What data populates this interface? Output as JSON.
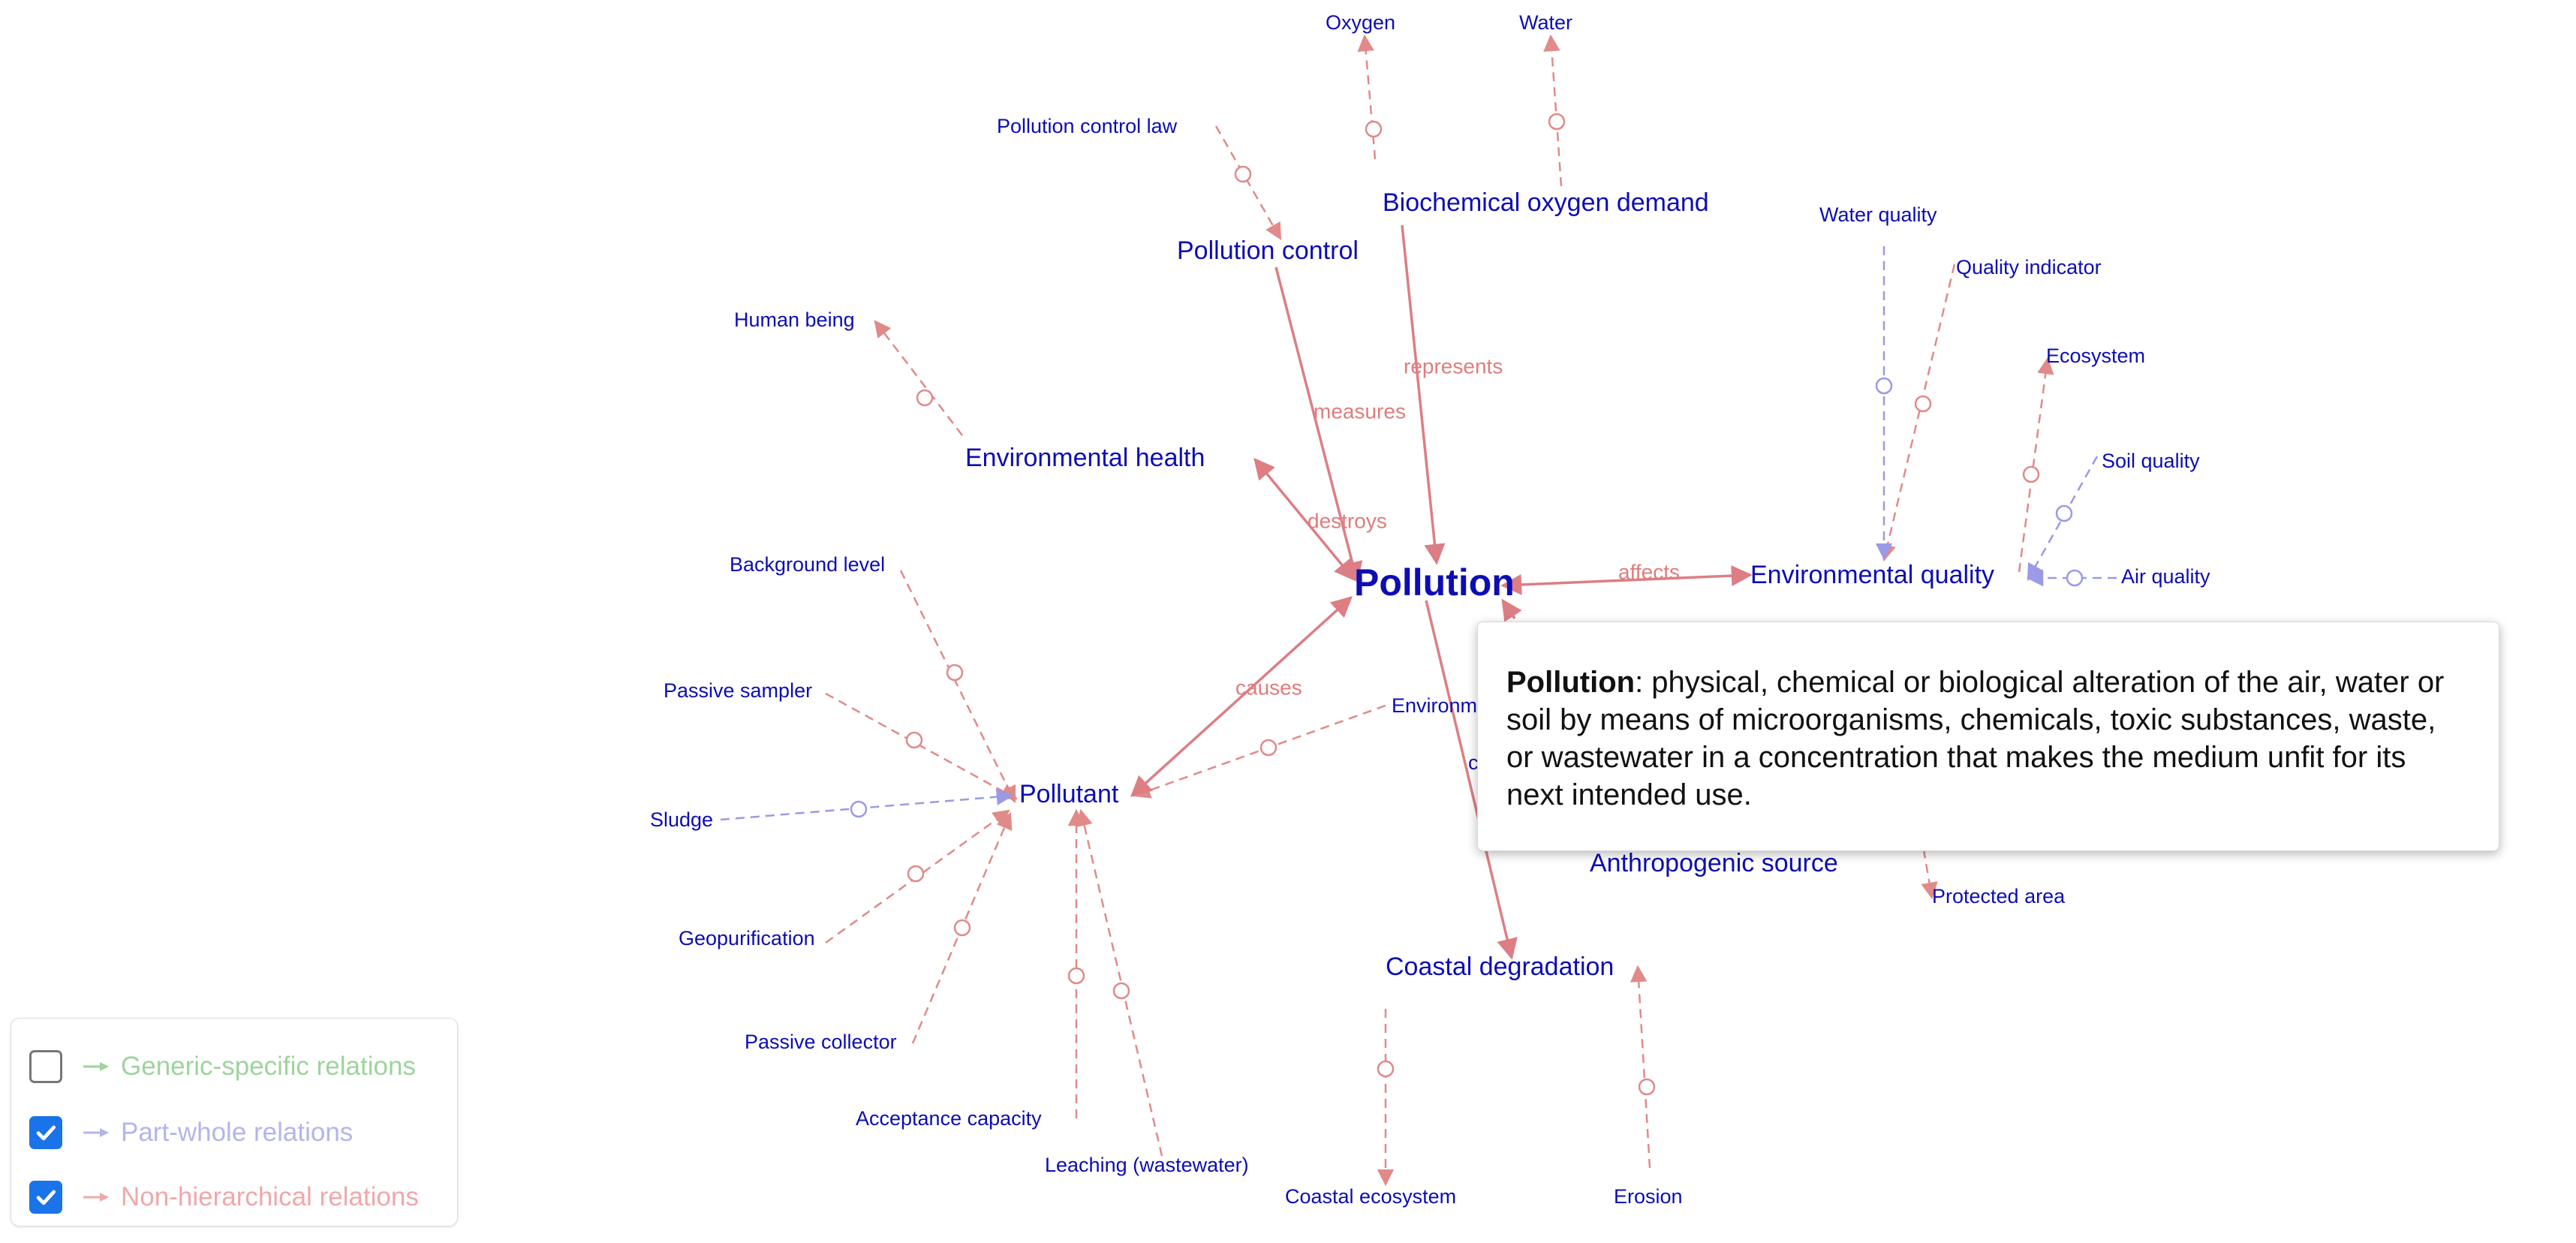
{
  "center": {
    "name": "Pollution"
  },
  "nodes": {
    "oxygen": "Oxygen",
    "water": "Water",
    "pollution_control_law": "Pollution control law",
    "bod": "Biochemical oxygen demand",
    "pollution_control": "Pollution control",
    "water_quality": "Water quality",
    "quality_indicator": "Quality indicator",
    "human_being": "Human being",
    "ecosystem": "Ecosystem",
    "environmental_health": "Environmental health",
    "soil_quality": "Soil quality",
    "environmental_quality": "Environmental quality",
    "air_quality": "Air quality",
    "background_level": "Background level",
    "passive_sampler": "Passive sampler",
    "environm": "Environm",
    "pollutant": "Pollutant",
    "sludge": "Sludge",
    "anthropogenic_source": "Anthropogenic source",
    "protected_area": "Protected area",
    "geopurification": "Geopurification",
    "coastal_degradation": "Coastal degradation",
    "passive_collector": "Passive collector",
    "acceptance_capacity": "Acceptance capacity",
    "leaching": "Leaching (wastewater)",
    "coastal_ecosystem": "Coastal ecosystem",
    "erosion": "Erosion",
    "c_fragment": "c"
  },
  "relations": {
    "represents": "represents",
    "measures": "measures",
    "destroys": "destroys",
    "affects": "affects",
    "causes": "causes"
  },
  "tooltip": {
    "term": "Pollution",
    "definition": ": physical, chemical or biological alteration of the air, water or soil by means of microorganisms, chemicals, toxic substances, waste, or wastewater in a concentration that makes the medium unfit for its next intended use."
  },
  "legend": {
    "items": [
      {
        "label": "Generic-specific relations",
        "checked": false,
        "color": "#9dd49d"
      },
      {
        "label": "Part-whole relations",
        "checked": true,
        "color": "#b4b4ec"
      },
      {
        "label": "Non-hierarchical relations",
        "checked": true,
        "color": "#f0a8aa"
      }
    ]
  },
  "colors": {
    "node_text": "#0d0db4",
    "relation_label": "#e07c7c",
    "checkbox": "#1a73e8"
  }
}
